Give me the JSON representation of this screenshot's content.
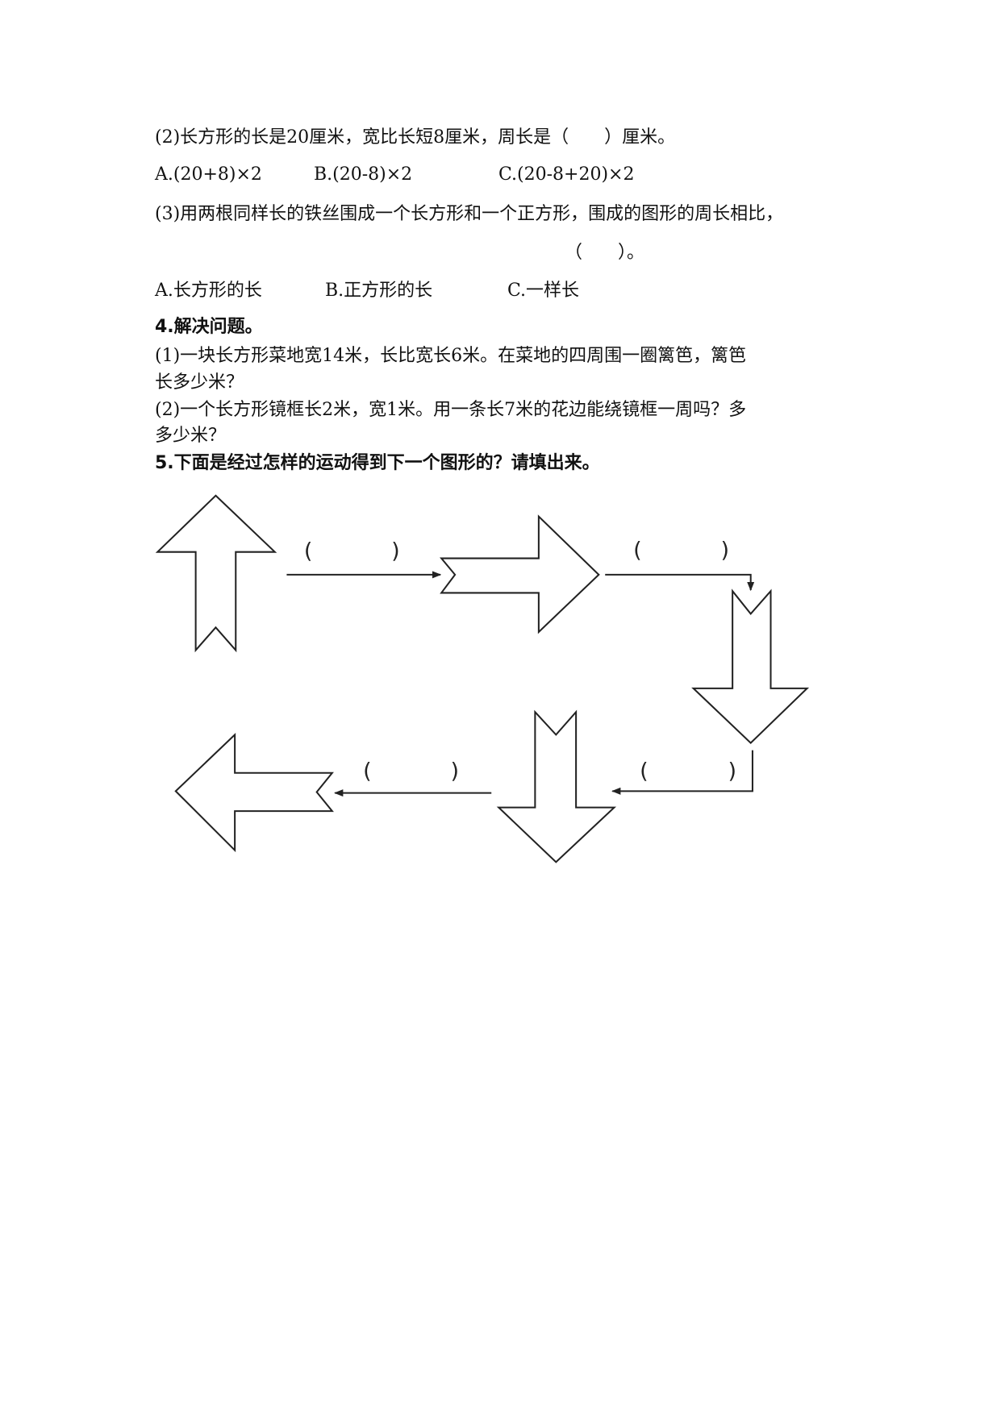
{
  "q3": {
    "item2": {
      "question": "(2)长方形的长是20厘米，宽比长短8厘米，周长是（　　）厘米。",
      "options": [
        "A.(20+8)×2",
        "B.(20-8)×2",
        "C.(20-8+20)×2"
      ]
    },
    "item3": {
      "question": "(3)用两根同样长的铁丝围成一个长方形和一个正方形，围成的图形的周长相比，",
      "blank": "（　　）。",
      "options": [
        "A.长方形的长",
        "B.正方形的长",
        "C.一样长"
      ]
    }
  },
  "q4": {
    "heading": "4.解决问题。",
    "item1_line1": "(1)一块长方形菜地宽14米，长比宽长6米。在菜地的四周围一圈篱笆，篱笆",
    "item1_line2": "长多少米？",
    "item2_line1": "(2)一个长方形镜框长2米，宽1米。用一条长7米的花边能绕镜框一周吗？多",
    "item2_line2": "多少米？"
  },
  "q5": {
    "heading": "5.下面是经过怎样的运动得到下一个图形的？请填出来。",
    "blanks": [
      {
        "open": "(",
        "close": ")"
      },
      {
        "open": "(",
        "close": ")"
      },
      {
        "open": "(",
        "close": ")"
      },
      {
        "open": "(",
        "close": ")"
      }
    ]
  }
}
